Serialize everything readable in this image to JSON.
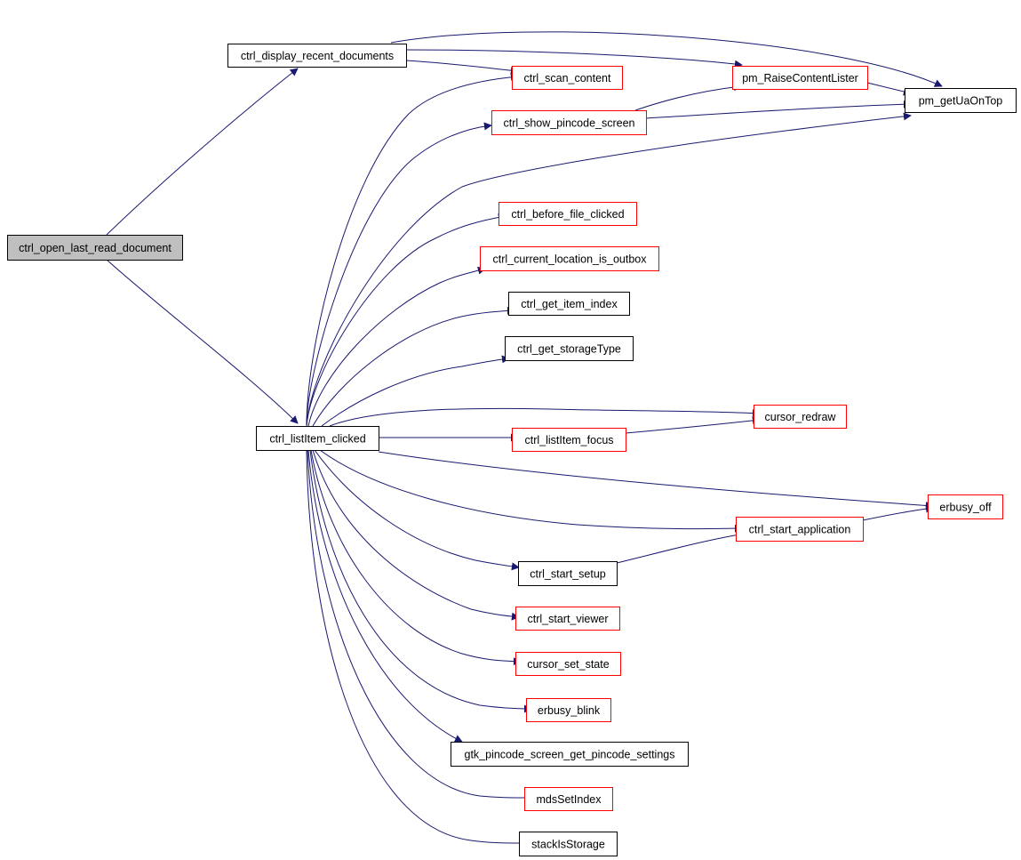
{
  "colors": {
    "edge": "#191970",
    "link_border": "#000000",
    "external_border": "#ff0000",
    "root_fill": "#bfbfbf",
    "node_fill": "#ffffff"
  },
  "graph": {
    "nodes": [
      {
        "id": "root",
        "label": "ctrl_open_last_read_document",
        "kind": "root"
      },
      {
        "id": "display_recent",
        "label": "ctrl_display_recent_documents",
        "kind": "link"
      },
      {
        "id": "listitem_clicked",
        "label": "ctrl_listItem_clicked",
        "kind": "link"
      },
      {
        "id": "scan_content",
        "label": "ctrl_scan_content",
        "kind": "external"
      },
      {
        "id": "raise_content",
        "label": "pm_RaiseContentLister",
        "kind": "external"
      },
      {
        "id": "get_ua_on_top",
        "label": "pm_getUaOnTop",
        "kind": "link"
      },
      {
        "id": "show_pincode",
        "label": "ctrl_show_pincode_screen",
        "kind": "external"
      },
      {
        "id": "before_file",
        "label": "ctrl_before_file_clicked",
        "kind": "external"
      },
      {
        "id": "current_location",
        "label": "ctrl_current_location_is_outbox",
        "kind": "external"
      },
      {
        "id": "get_item_index",
        "label": "ctrl_get_item_index",
        "kind": "link"
      },
      {
        "id": "get_storage_type",
        "label": "ctrl_get_storageType",
        "kind": "link"
      },
      {
        "id": "cursor_redraw",
        "label": "cursor_redraw",
        "kind": "external"
      },
      {
        "id": "listitem_focus",
        "label": "ctrl_listItem_focus",
        "kind": "external"
      },
      {
        "id": "erbusy_off",
        "label": "erbusy_off",
        "kind": "external"
      },
      {
        "id": "start_application",
        "label": "ctrl_start_application",
        "kind": "external"
      },
      {
        "id": "start_setup",
        "label": "ctrl_start_setup",
        "kind": "link"
      },
      {
        "id": "start_viewer",
        "label": "ctrl_start_viewer",
        "kind": "external"
      },
      {
        "id": "cursor_set_state",
        "label": "cursor_set_state",
        "kind": "external"
      },
      {
        "id": "erbusy_blink",
        "label": "erbusy_blink",
        "kind": "external"
      },
      {
        "id": "gtk_pincode",
        "label": "gtk_pincode_screen_get_pincode_settings",
        "kind": "link"
      },
      {
        "id": "mds_set_index",
        "label": "mdsSetIndex",
        "kind": "external"
      },
      {
        "id": "stack_is_storage",
        "label": "stackIsStorage",
        "kind": "link"
      }
    ],
    "edges": [
      {
        "from": "root",
        "to": "display_recent"
      },
      {
        "from": "root",
        "to": "listitem_clicked"
      },
      {
        "from": "display_recent",
        "to": "get_ua_on_top"
      },
      {
        "from": "display_recent",
        "to": "raise_content"
      },
      {
        "from": "display_recent",
        "to": "scan_content"
      },
      {
        "from": "raise_content",
        "to": "get_ua_on_top"
      },
      {
        "from": "show_pincode",
        "to": "raise_content"
      },
      {
        "from": "show_pincode",
        "to": "get_ua_on_top"
      },
      {
        "from": "listitem_clicked",
        "to": "scan_content"
      },
      {
        "from": "listitem_clicked",
        "to": "show_pincode"
      },
      {
        "from": "listitem_clicked",
        "to": "get_ua_on_top"
      },
      {
        "from": "listitem_clicked",
        "to": "before_file"
      },
      {
        "from": "listitem_clicked",
        "to": "current_location"
      },
      {
        "from": "listitem_clicked",
        "to": "get_item_index"
      },
      {
        "from": "listitem_clicked",
        "to": "get_storage_type"
      },
      {
        "from": "listitem_clicked",
        "to": "cursor_redraw"
      },
      {
        "from": "listitem_clicked",
        "to": "listitem_focus"
      },
      {
        "from": "listitem_focus",
        "to": "cursor_redraw"
      },
      {
        "from": "listitem_clicked",
        "to": "erbusy_off"
      },
      {
        "from": "listitem_clicked",
        "to": "start_application"
      },
      {
        "from": "start_application",
        "to": "erbusy_off"
      },
      {
        "from": "listitem_clicked",
        "to": "start_setup"
      },
      {
        "from": "start_setup",
        "to": "start_application"
      },
      {
        "from": "listitem_clicked",
        "to": "start_viewer"
      },
      {
        "from": "listitem_clicked",
        "to": "cursor_set_state"
      },
      {
        "from": "listitem_clicked",
        "to": "erbusy_blink"
      },
      {
        "from": "listitem_clicked",
        "to": "gtk_pincode"
      },
      {
        "from": "listitem_clicked",
        "to": "mds_set_index"
      },
      {
        "from": "listitem_clicked",
        "to": "stack_is_storage"
      }
    ]
  }
}
